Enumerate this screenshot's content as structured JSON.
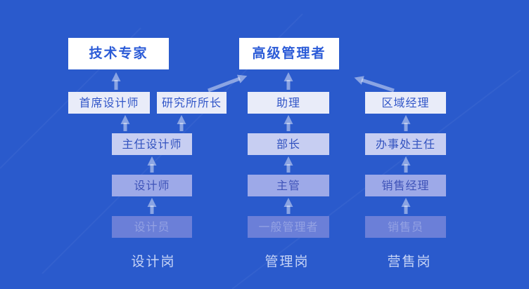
{
  "diagram": {
    "title_semantic": "career-promotion-path",
    "colors": {
      "background": "#2A5ACC",
      "apex_box_fill": "#FFFFFF",
      "apex_text": "#2B5BD7",
      "tier2_fill": "#E9ECF9",
      "tier3_fill": "#C7CEF2",
      "tier4_fill": "#9DA9E8",
      "tier5_fill": "#6B7FD8",
      "arrow": "rgba(255,255,255,0.45)",
      "footer_text": "#C7D4F6"
    },
    "nodes": {
      "tech_expert": "技术专家",
      "senior_manager": "高级管理者",
      "chief_designer": "首席设计师",
      "institute_director": "研究所所长",
      "director_designer": "主任设计师",
      "designer": "设计师",
      "design_staff": "设计员",
      "assistant": "助理",
      "minister": "部长",
      "supervisor": "主管",
      "general_manager": "一般管理者",
      "regional_manager": "区域经理",
      "office_director": "办事处主任",
      "sales_manager": "销售经理",
      "salesperson": "销售员"
    },
    "footers": {
      "design": "设计岗",
      "management": "管理岗",
      "sales": "营售岗"
    },
    "structure": {
      "columns": [
        {
          "footer": "设计岗",
          "levels_bottom_to_top": [
            "设计员",
            "设计师",
            "主任设计师",
            "首席设计师 / 研究所所长"
          ],
          "apex": "技术专家"
        },
        {
          "footer": "管理岗",
          "levels_bottom_to_top": [
            "一般管理者",
            "主管",
            "部长",
            "助理"
          ],
          "apex": "高级管理者"
        },
        {
          "footer": "营售岗",
          "levels_bottom_to_top": [
            "销售员",
            "销售经理",
            "办事处主任",
            "区域经理"
          ],
          "apex": "高级管理者"
        }
      ],
      "arrows": [
        {
          "from": "design_staff",
          "to": "designer"
        },
        {
          "from": "designer",
          "to": "director_designer"
        },
        {
          "from": "director_designer",
          "to": "chief_designer"
        },
        {
          "from": "director_designer",
          "to": "institute_director"
        },
        {
          "from": "chief_designer",
          "to": "tech_expert"
        },
        {
          "from": "institute_director",
          "to": "senior_manager"
        },
        {
          "from": "general_manager",
          "to": "supervisor"
        },
        {
          "from": "supervisor",
          "to": "minister"
        },
        {
          "from": "minister",
          "to": "assistant"
        },
        {
          "from": "assistant",
          "to": "senior_manager"
        },
        {
          "from": "salesperson",
          "to": "sales_manager"
        },
        {
          "from": "sales_manager",
          "to": "office_director"
        },
        {
          "from": "office_director",
          "to": "regional_manager"
        },
        {
          "from": "regional_manager",
          "to": "senior_manager"
        }
      ]
    }
  }
}
